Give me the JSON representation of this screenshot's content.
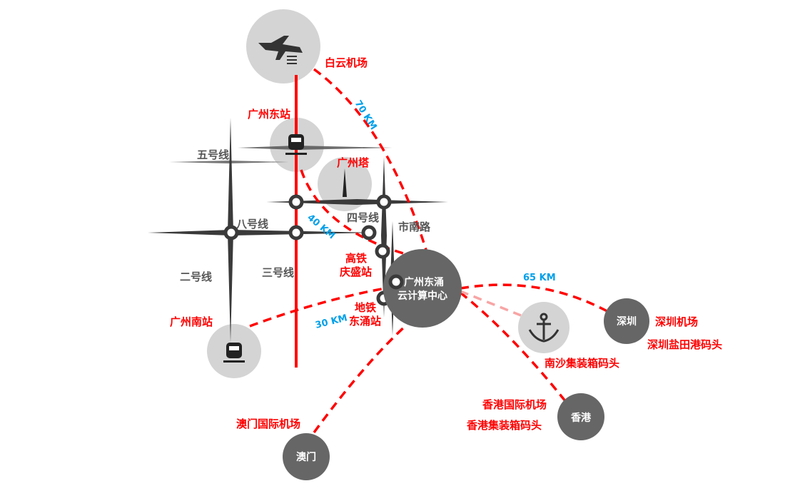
{
  "colors": {
    "accent_red": "#ff0000",
    "distance_blue": "#00a0e9",
    "hub_gray": "#666666",
    "poi_gray": "#d4d4d4",
    "line_dark": "#3a3a3a"
  },
  "hub": {
    "line1": "广州东涌",
    "line2": "云计算中心"
  },
  "places": {
    "baiyun_airport": "白云机场",
    "gz_east": "广州东站",
    "canton_tower": "广州塔",
    "gz_south": "广州南站",
    "qingsheng_1": "高铁",
    "qingsheng_2": "庆盛站",
    "dongchong_1": "地铁",
    "dongchong_2": "东涌站",
    "macau": "澳门",
    "macau_airport": "澳门国际机场",
    "shenzhen": "深圳",
    "sz_airport": "深圳机场",
    "sz_port": "深圳盐田港码头",
    "nansha_port": "南沙集装箱码头",
    "hongkong": "香港",
    "hk_airport": "香港国际机场",
    "hk_port": "香港集装箱码头"
  },
  "metro_lines": {
    "line5": "五号线",
    "line8": "八号线",
    "line4": "四号线",
    "line2": "二号线",
    "line3": "三号线",
    "shinanlu": "市南路"
  },
  "distances": {
    "airport": "70 KM",
    "east": "40 KM",
    "south": "30 KM",
    "shenzhen": "65 KM"
  },
  "icons": {
    "airport": "airplane-icon",
    "train": "train-icon",
    "tower": "tower-icon",
    "port": "anchor-icon"
  }
}
